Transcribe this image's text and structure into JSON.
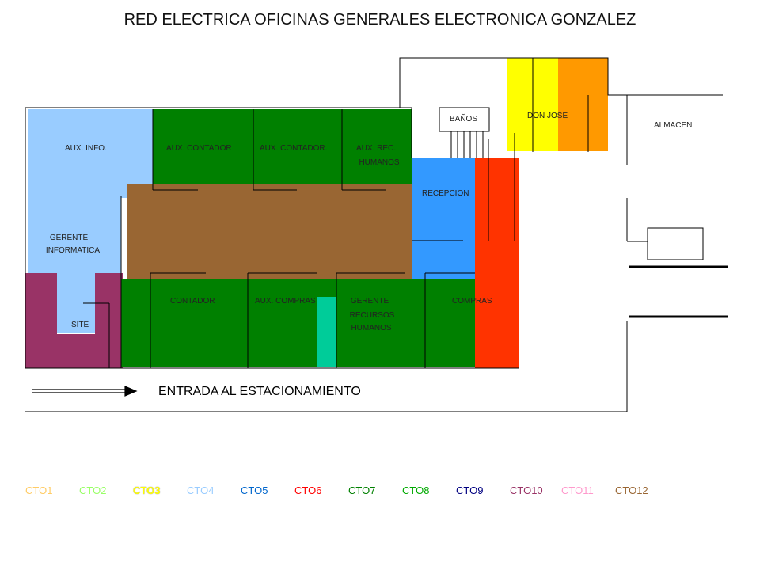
{
  "title": "RED ELECTRICA OFICINAS GENERALES ELECTRONICA GONZALEZ",
  "rooms": {
    "aux_info": "AUX. INFO.",
    "aux_contador_1": "AUX. CONTADOR",
    "aux_contador_2": "AUX. CONTADOR.",
    "aux_rec_humanos_1": "AUX. REC.",
    "aux_rec_humanos_2": "HUMANOS",
    "banos": "BAÑOS",
    "don_jose": "DON JOSE",
    "almacen": "ALMACEN",
    "recepcion": "RECEPCION",
    "gerente_info_1": "GERENTE",
    "gerente_info_2": "INFORMATICA",
    "site": "SITE",
    "contador": "CONTADOR",
    "aux_compras": "AUX. COMPRAS",
    "gerente_rh_1": "GERENTE",
    "gerente_rh_2": "RECURSOS",
    "gerente_rh_3": "HUMANOS",
    "compras": "COMPRAS"
  },
  "entrada": "ENTRADA AL ESTACIONAMIENTO",
  "legend": [
    {
      "label": "CTO1",
      "color": "#FFCC66"
    },
    {
      "label": "CTO2",
      "color": "#99FF66"
    },
    {
      "label": "CTO3",
      "color": "#FFFF00"
    },
    {
      "label": "CTO4",
      "color": "#99CCFF"
    },
    {
      "label": "CTO5",
      "color": "#0066CC"
    },
    {
      "label": "CTO6",
      "color": "#FF0000"
    },
    {
      "label": "CTO7",
      "color": "#008000"
    },
    {
      "label": "CTO8",
      "color": "#00AA00"
    },
    {
      "label": "CTO9",
      "color": "#000080"
    },
    {
      "label": "CTO10",
      "color": "#993366"
    },
    {
      "label": "CTO11",
      "color": "#FF99CC"
    },
    {
      "label": "CTO12",
      "color": "#996633"
    }
  ],
  "colors": {
    "light_blue": "#99CCFF",
    "green": "#008000",
    "brown": "#996633",
    "blue": "#3399FF",
    "red": "#FF3300",
    "yellow": "#FFFF00",
    "orange": "#FF9900",
    "plum": "#993366",
    "teal": "#00CC99"
  }
}
